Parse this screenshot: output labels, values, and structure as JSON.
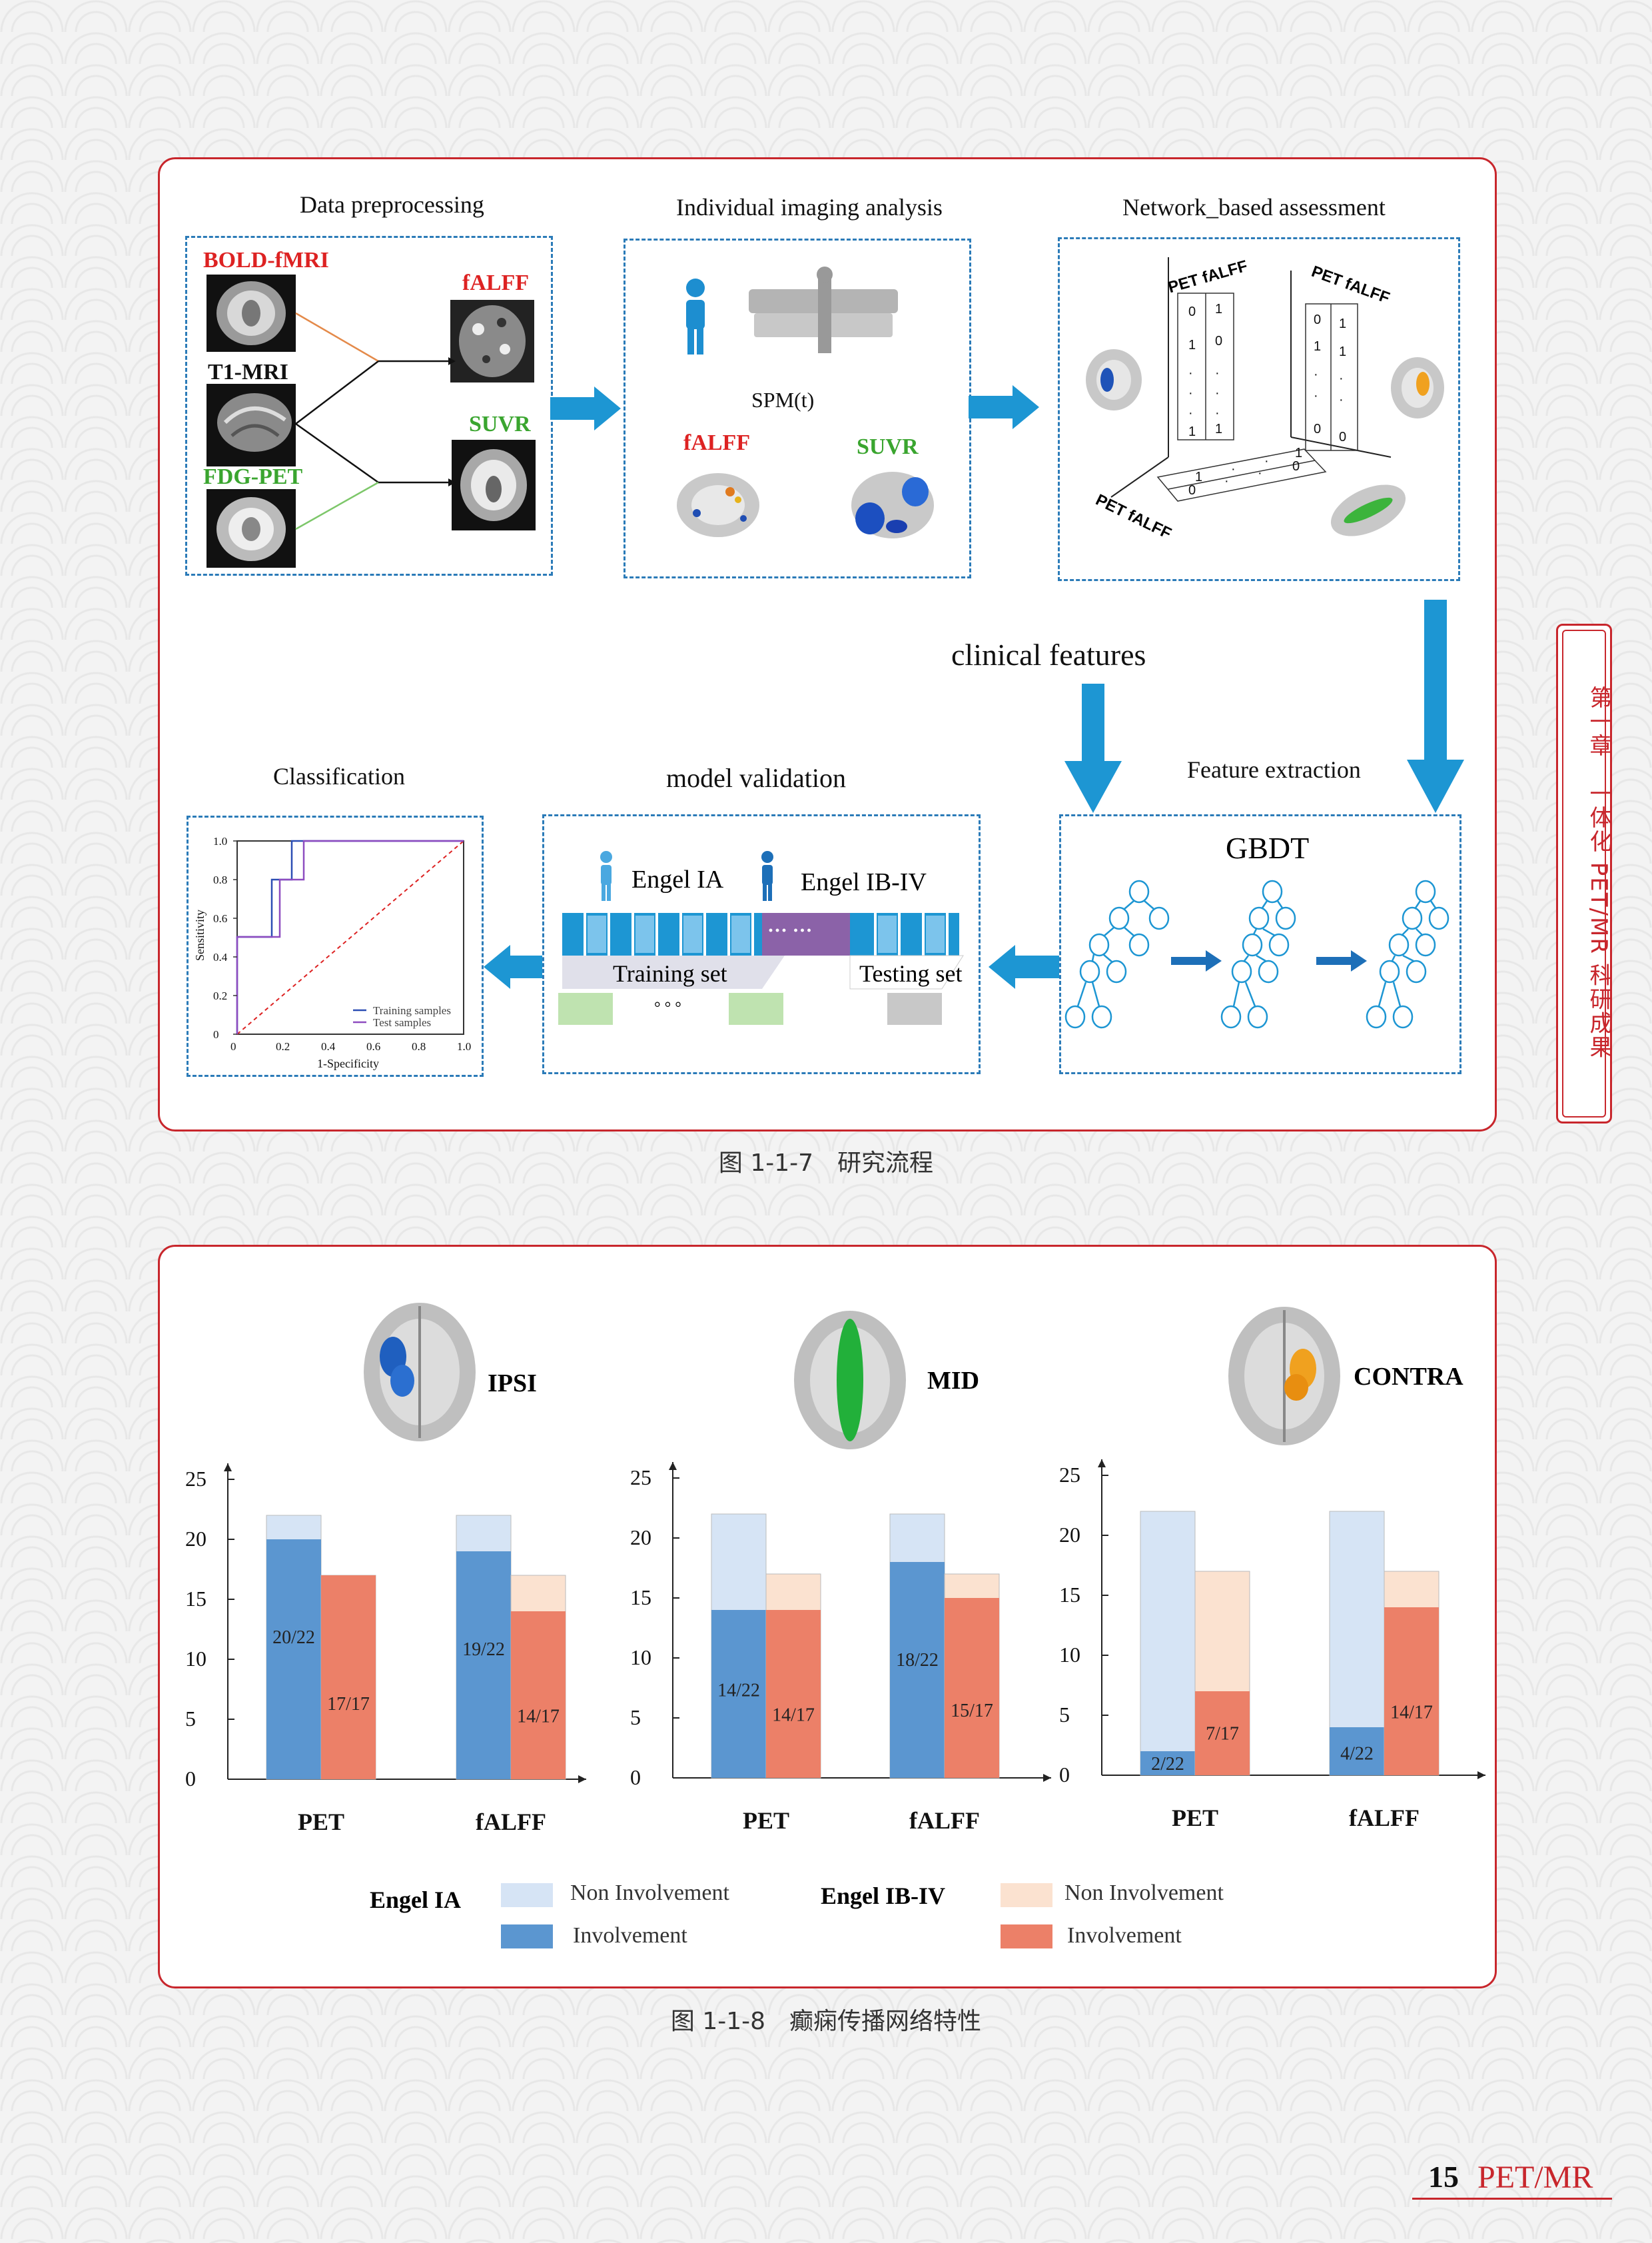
{
  "fig1": {
    "sections": {
      "data_preprocessing": "Data preprocessing",
      "individual_imaging": "Individual imaging analysis",
      "network_assessment": "Network_based assessment",
      "clinical_features": "clinical features",
      "feature_extraction": "Feature extraction",
      "model_validation": "model validation",
      "classification": "Classification"
    },
    "preproc_labels": {
      "bold": "BOLD-fMRI",
      "t1": "T1-MRI",
      "fdg": "FDG-PET",
      "falff": "fALFF",
      "suvr": "SUVR"
    },
    "imaging_labels": {
      "spm": "SPM(t)",
      "falff": "fALFF",
      "suvr": "SUVR"
    },
    "network_labels": {
      "m1": "PET fALFF",
      "m2": "PET fALFF",
      "m3": "PET fALFF"
    },
    "gbdt": "GBDT",
    "validation": {
      "engel_ia": "Engel IA",
      "engel_ib": "Engel IB-IV",
      "dots": "··· ···",
      "training": "Training set",
      "testing": "Testing set",
      "ellipsis": "° ° °"
    },
    "roc": {
      "ylabel": "Sensitivity",
      "xlabel": "1-Specificity",
      "yticks": [
        "1.0",
        "0.8",
        "0.6",
        "0.4",
        "0.2",
        "0"
      ],
      "xticks": [
        "0",
        "0.2",
        "0.4",
        "0.6",
        "0.8",
        "1.0"
      ],
      "legend_train": "Training samples",
      "legend_test": "Test samples"
    },
    "caption": "图 1-1-7　研究流程"
  },
  "fig2": {
    "regions": [
      "IPSI",
      "MID",
      "CONTRA"
    ],
    "caption": "图 1-1-8　癫痫传播网络特性",
    "legend": {
      "engel_ia": "Engel IA",
      "engel_ib": "Engel IB-IV",
      "non_involvement": "Non Involvement",
      "involvement": "Involvement"
    },
    "colors": {
      "ia_non": "#d6e4f5",
      "ia_inv": "#5b96d0",
      "ib_non": "#fbe2d0",
      "ib_inv": "#ec8068"
    }
  },
  "chart_data": [
    {
      "type": "bar",
      "title": "IPSI",
      "ylim": [
        0,
        25
      ],
      "yticks": [
        "25",
        "20",
        "15",
        "10",
        "5",
        "0"
      ],
      "categories": [
        "PET",
        "fALFF"
      ],
      "series": [
        {
          "name": "Engel IA",
          "total": [
            22,
            22
          ],
          "involvement": [
            20,
            19
          ],
          "labels": [
            "20/22",
            "19/22"
          ]
        },
        {
          "name": "Engel IB-IV",
          "total": [
            17,
            17
          ],
          "involvement": [
            17,
            14
          ],
          "labels": [
            "17/17",
            "14/17"
          ]
        }
      ]
    },
    {
      "type": "bar",
      "title": "MID",
      "ylim": [
        0,
        25
      ],
      "yticks": [
        "25",
        "20",
        "15",
        "10",
        "5",
        "0"
      ],
      "categories": [
        "PET",
        "fALFF"
      ],
      "series": [
        {
          "name": "Engel IA",
          "total": [
            22,
            22
          ],
          "involvement": [
            14,
            18
          ],
          "labels": [
            "14/22",
            "18/22"
          ]
        },
        {
          "name": "Engel IB-IV",
          "total": [
            17,
            17
          ],
          "involvement": [
            14,
            15
          ],
          "labels": [
            "14/17",
            "15/17"
          ]
        }
      ]
    },
    {
      "type": "bar",
      "title": "CONTRA",
      "ylim": [
        0,
        25
      ],
      "yticks": [
        "25",
        "20",
        "15",
        "10",
        "5",
        "0"
      ],
      "categories": [
        "PET",
        "fALFF"
      ],
      "series": [
        {
          "name": "Engel IA",
          "total": [
            22,
            22
          ],
          "involvement": [
            2,
            4
          ],
          "labels": [
            "2/22",
            "4/22"
          ]
        },
        {
          "name": "Engel IB-IV",
          "total": [
            17,
            17
          ],
          "involvement": [
            7,
            14
          ],
          "labels": [
            "7/17",
            "14/17"
          ]
        }
      ]
    }
  ],
  "side_tab": "第一章　一体化 PET/MR 科研成果",
  "footer": {
    "page": "15",
    "brand": "PET/MR"
  }
}
